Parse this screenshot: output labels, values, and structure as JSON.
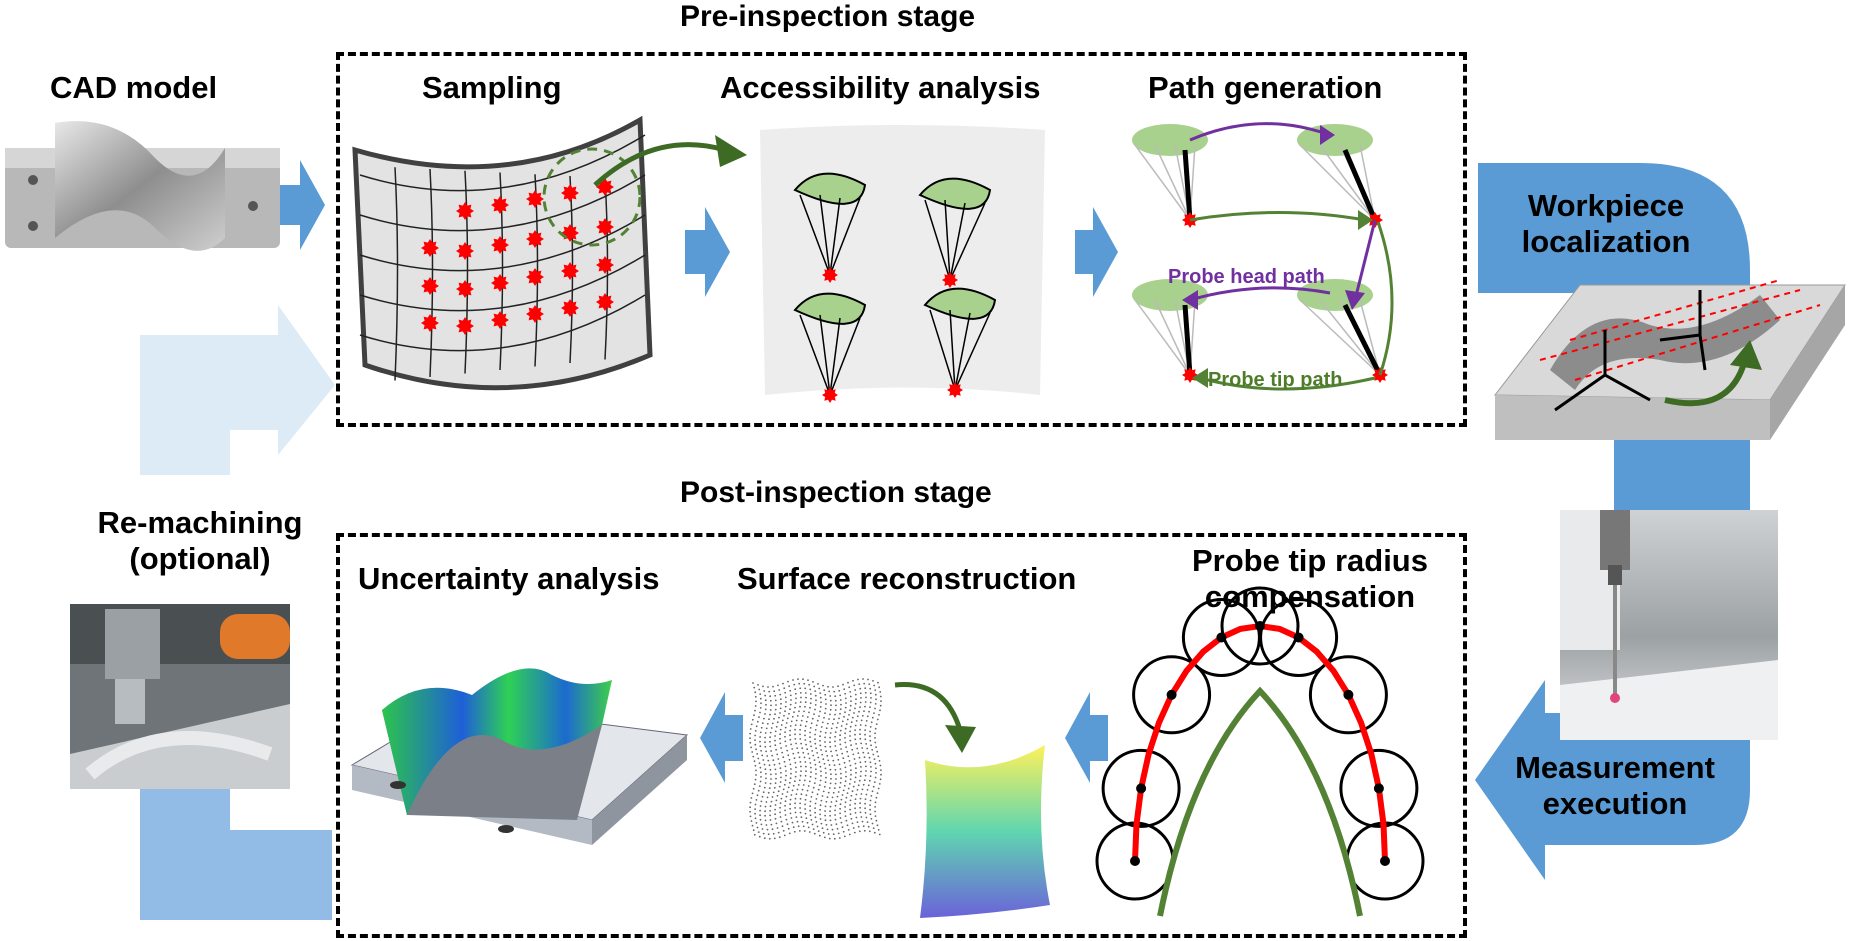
{
  "stages": {
    "pre": "Pre-inspection stage",
    "post": "Post-inspection stage"
  },
  "labels": {
    "cad_model": "CAD model",
    "sampling": "Sampling",
    "accessibility": "Accessibility analysis",
    "path_generation": "Path generation",
    "probe_head_path": "Probe head path",
    "probe_tip_path": "Probe tip path",
    "workpiece_line1": "Workpiece",
    "workpiece_line2": "localization",
    "measurement_line1": "Measurement",
    "measurement_line2": "execution",
    "remachining_line1": "Re-machining",
    "remachining_line2": "(optional)",
    "uncertainty": "Uncertainty analysis",
    "surface_reconstruction": "Surface reconstruction",
    "probe_radius_line1": "Probe tip radius",
    "probe_radius_line2": "compensation"
  },
  "colors": {
    "flow_arrow": "#5b9bd5",
    "light_arrow": "#ddebf7",
    "purple": "#7030a0",
    "green": "#548235",
    "red_point": "#ff0000",
    "probe_fill": "#a9d18e"
  }
}
